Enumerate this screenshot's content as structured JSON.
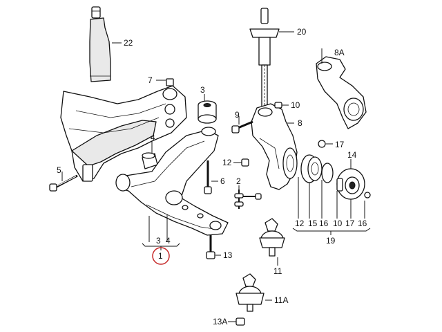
{
  "callouts": {
    "c22": "22",
    "c20": "20",
    "c8a": "8A",
    "c7": "7",
    "c3": "3",
    "c9": "9",
    "c10": "10",
    "c8": "8",
    "c17": "17",
    "c14": "14",
    "c4": "4",
    "c12": "12",
    "c5": "5",
    "c6": "6",
    "c2": "2",
    "c13": "13",
    "c11": "11",
    "c11a": "11A",
    "c13a": "13A",
    "c1": "1"
  },
  "callout_group_1": [
    "3",
    "4"
  ],
  "callout_group_19": {
    "items": [
      "12",
      "15",
      "16",
      "10",
      "17",
      "16"
    ],
    "label": "19"
  },
  "colors": {
    "line": "#111111",
    "highlight_circle": "#c62828"
  }
}
